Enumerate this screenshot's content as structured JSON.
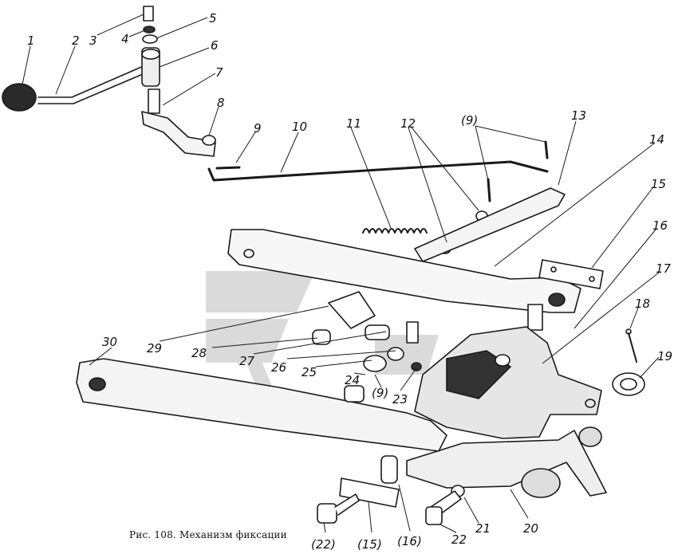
{
  "figure": {
    "caption": "Рис. 108. Механизм фиксации"
  },
  "callouts": [
    "1",
    "2",
    "3",
    "4",
    "5",
    "6",
    "7",
    "8",
    "9",
    "10",
    "11",
    "12",
    "(9)",
    "13",
    "14",
    "15",
    "16",
    "17",
    "18",
    "19",
    "20",
    "21",
    "22",
    "(16)",
    "(15)",
    "(22)",
    "23",
    "(9)",
    "24",
    "25",
    "26",
    "27",
    "28",
    "29",
    "30"
  ],
  "colors": {
    "ink": "#1a1a1a",
    "watermark": "#cfcfcf"
  }
}
